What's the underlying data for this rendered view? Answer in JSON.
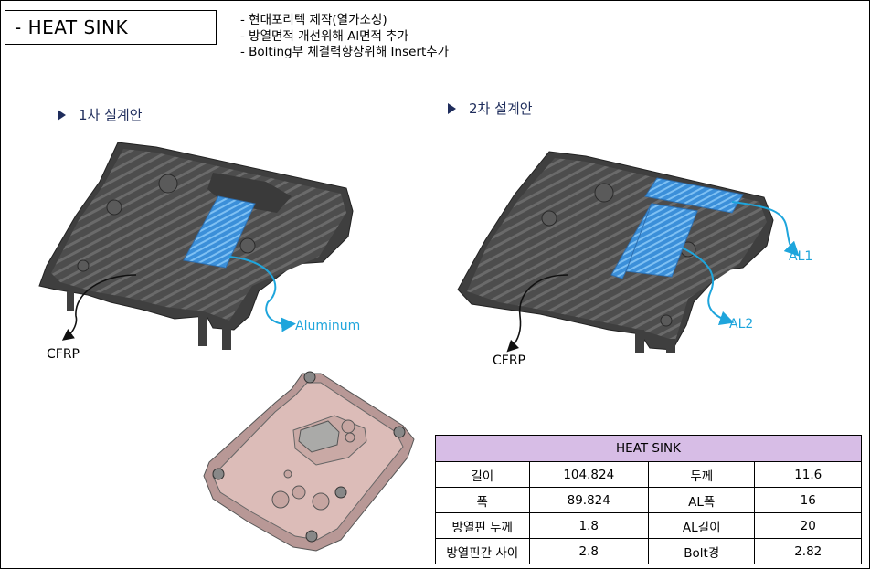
{
  "title": "- HEAT SINK",
  "notes": [
    "- 현대포리텍 제작(열가소성)",
    "- 방열면적 개선위해 Al면적 추가",
    "- Bolting부 체결력향상위해 Insert추가"
  ],
  "design1": {
    "label": "1차 설계안",
    "callout_aluminum": "Aluminum",
    "callout_cfrp": "CFRP"
  },
  "design2": {
    "label": "2차 설계안",
    "callout_al1": "AL1",
    "callout_al2": "AL2",
    "callout_cfrp": "CFRP"
  },
  "colors": {
    "body_dark": "#4a4a4a",
    "aluminum_blue": "#3b8fd9",
    "callout_blue": "#1ea5dc",
    "table_header": "#d7bde6",
    "label_navy": "#1f2d5c",
    "pink_part": "#d9b8b4"
  },
  "spec_table": {
    "header": "HEAT SINK",
    "rows": [
      [
        "길이",
        "104.824",
        "두께",
        "11.6"
      ],
      [
        "폭",
        "89.824",
        "AL폭",
        "16"
      ],
      [
        "방열핀 두께",
        "1.8",
        "AL길이",
        "20"
      ],
      [
        "방열핀간 사이",
        "2.8",
        "Bolt경",
        "2.82"
      ]
    ]
  }
}
